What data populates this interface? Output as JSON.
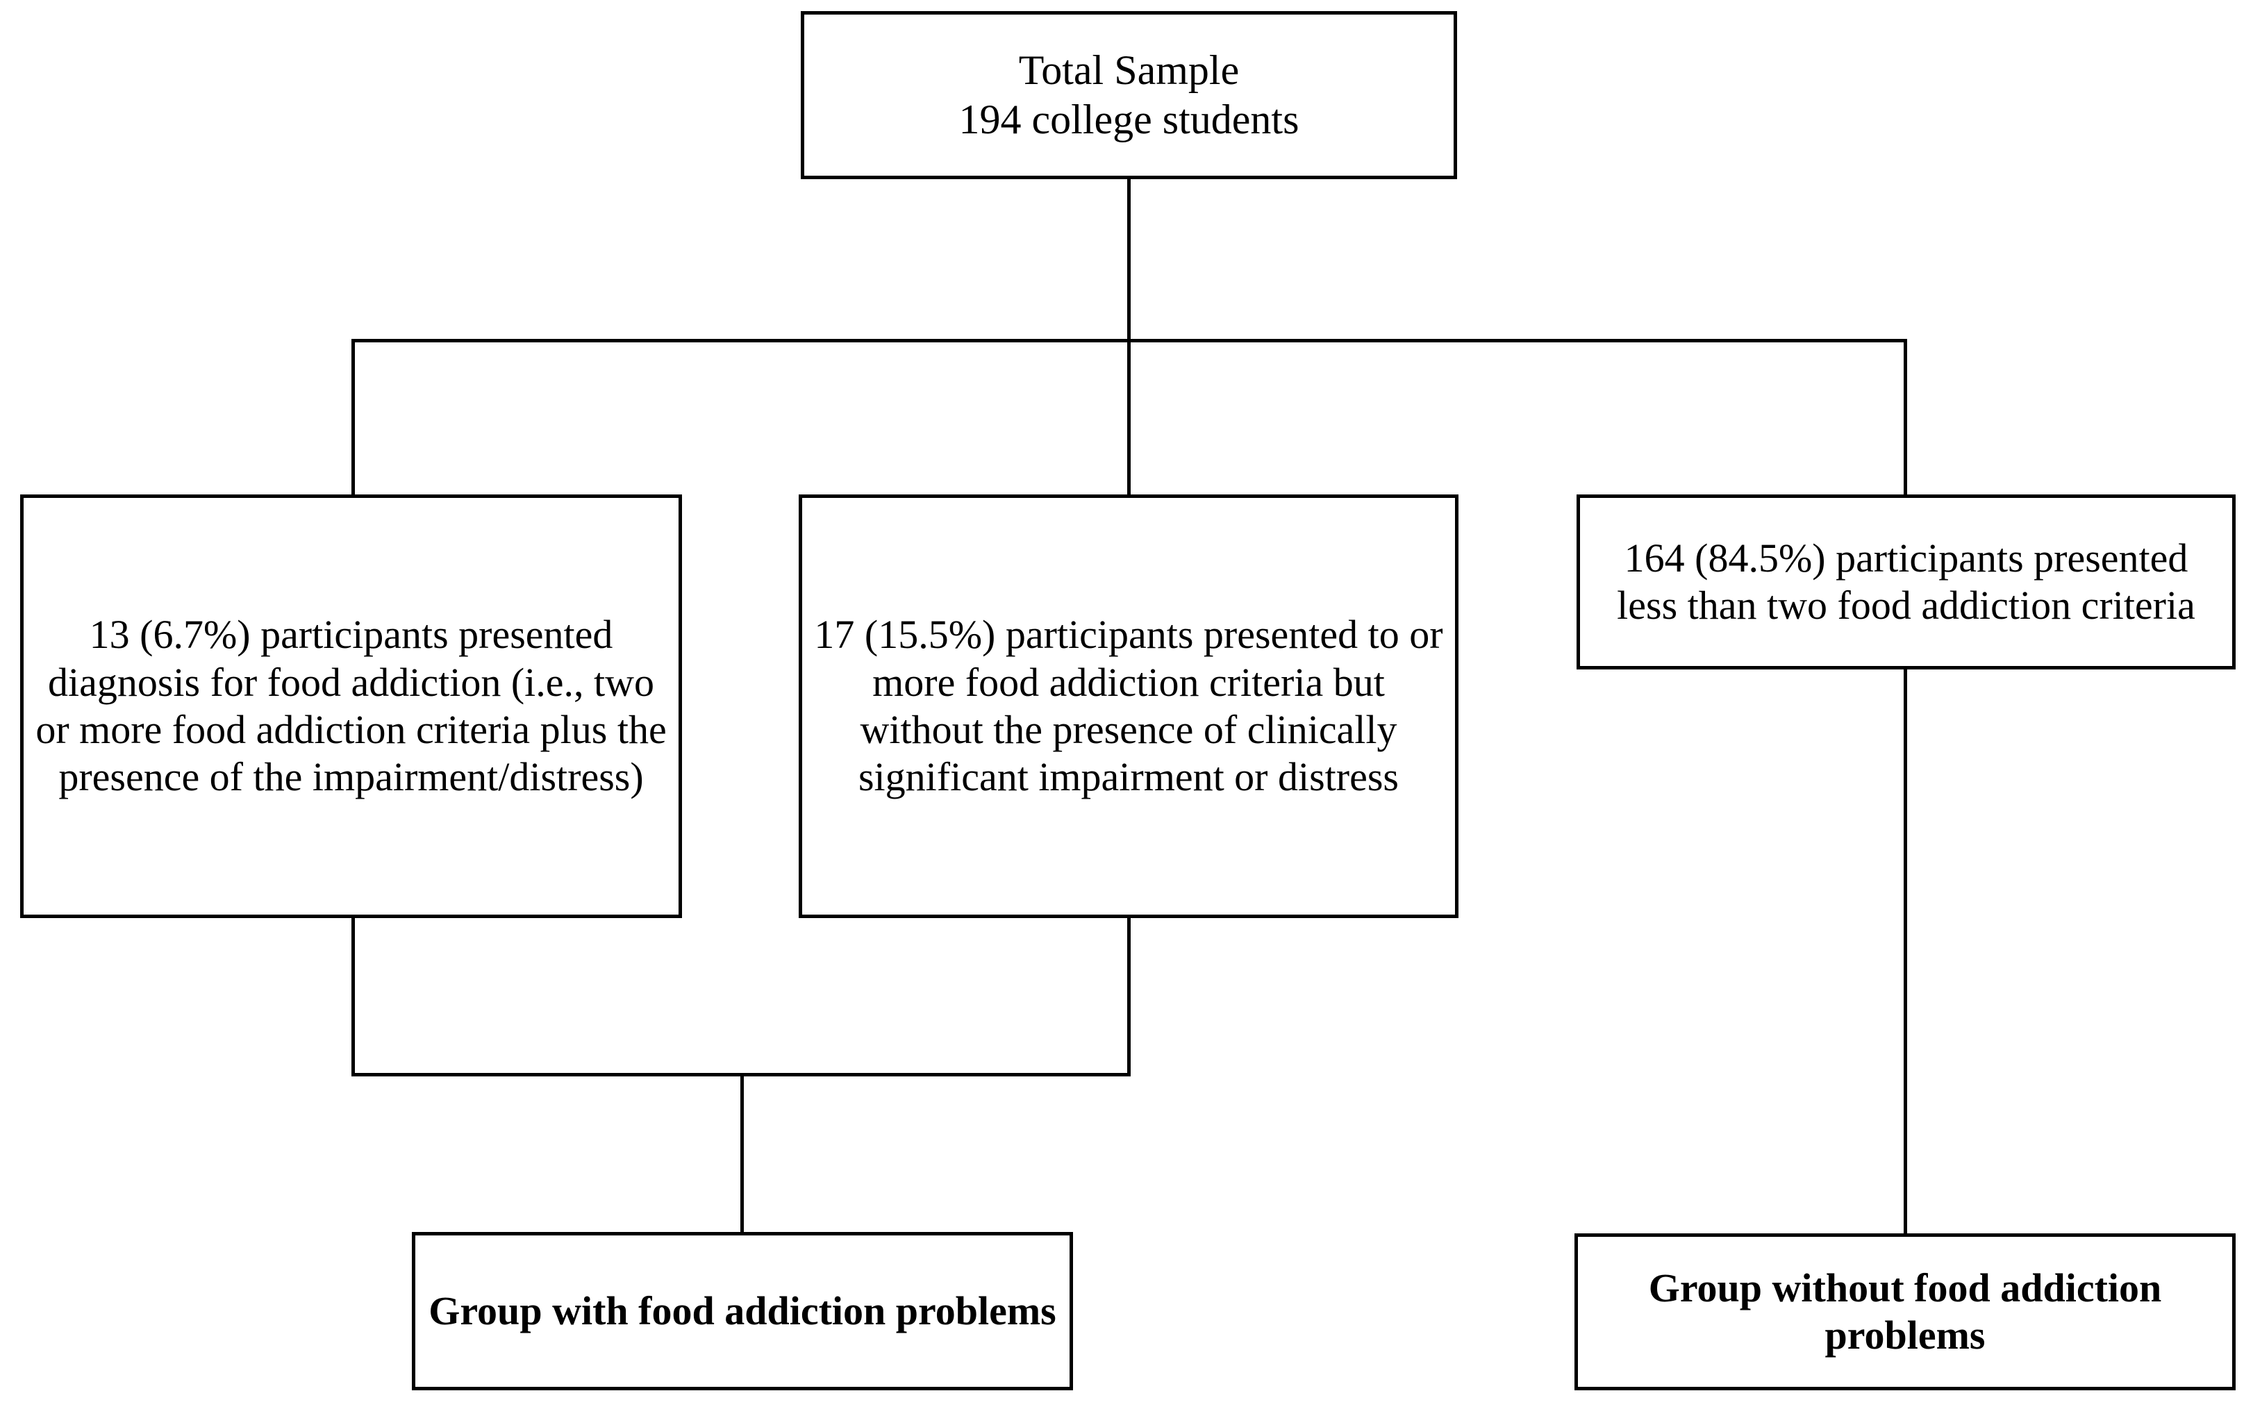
{
  "diagram": {
    "title": "Food addiction sample classification flowchart",
    "type": "flowchart",
    "colors": {
      "line": "#000000",
      "box_border": "#000000",
      "box_fill": "#ffffff",
      "text": "#000000",
      "background": "#ffffff"
    },
    "nodes": {
      "total_sample": {
        "id": "total-sample",
        "text": "Total Sample\n194 college students",
        "bold": false,
        "level": "root"
      },
      "diagnosis": {
        "id": "diagnosis",
        "text": "13 (6.7%) participants presented diagnosis for food addiction (i.e., two or more food addiction criteria plus the presence of the impairment/distress)",
        "bold": false,
        "level": "branch",
        "count": 13,
        "percent": "6.7%"
      },
      "subclinical": {
        "id": "subclinical",
        "text": "17 (15.5%) participants presented to or more food addiction criteria but without the presence of clinically significant impairment or distress",
        "bold": false,
        "level": "branch",
        "count": 17,
        "percent": "15.5%"
      },
      "below_criteria": {
        "id": "below-criteria",
        "text": "164 (84.5%) participants presented less than two food addiction criteria",
        "bold": false,
        "level": "branch",
        "count": 164,
        "percent": "84.5%"
      },
      "group_with": {
        "id": "group-with",
        "text": "Group with food addiction problems",
        "bold": true,
        "level": "outcome"
      },
      "group_without": {
        "id": "group-without",
        "text": "Group without food addiction problems",
        "bold": true,
        "level": "outcome"
      }
    },
    "edges": [
      {
        "from": "total_sample",
        "to": "diagnosis"
      },
      {
        "from": "total_sample",
        "to": "subclinical"
      },
      {
        "from": "total_sample",
        "to": "below_criteria"
      },
      {
        "from": "diagnosis",
        "to": "group_with"
      },
      {
        "from": "subclinical",
        "to": "group_with"
      },
      {
        "from": "below_criteria",
        "to": "group_without"
      }
    ]
  }
}
